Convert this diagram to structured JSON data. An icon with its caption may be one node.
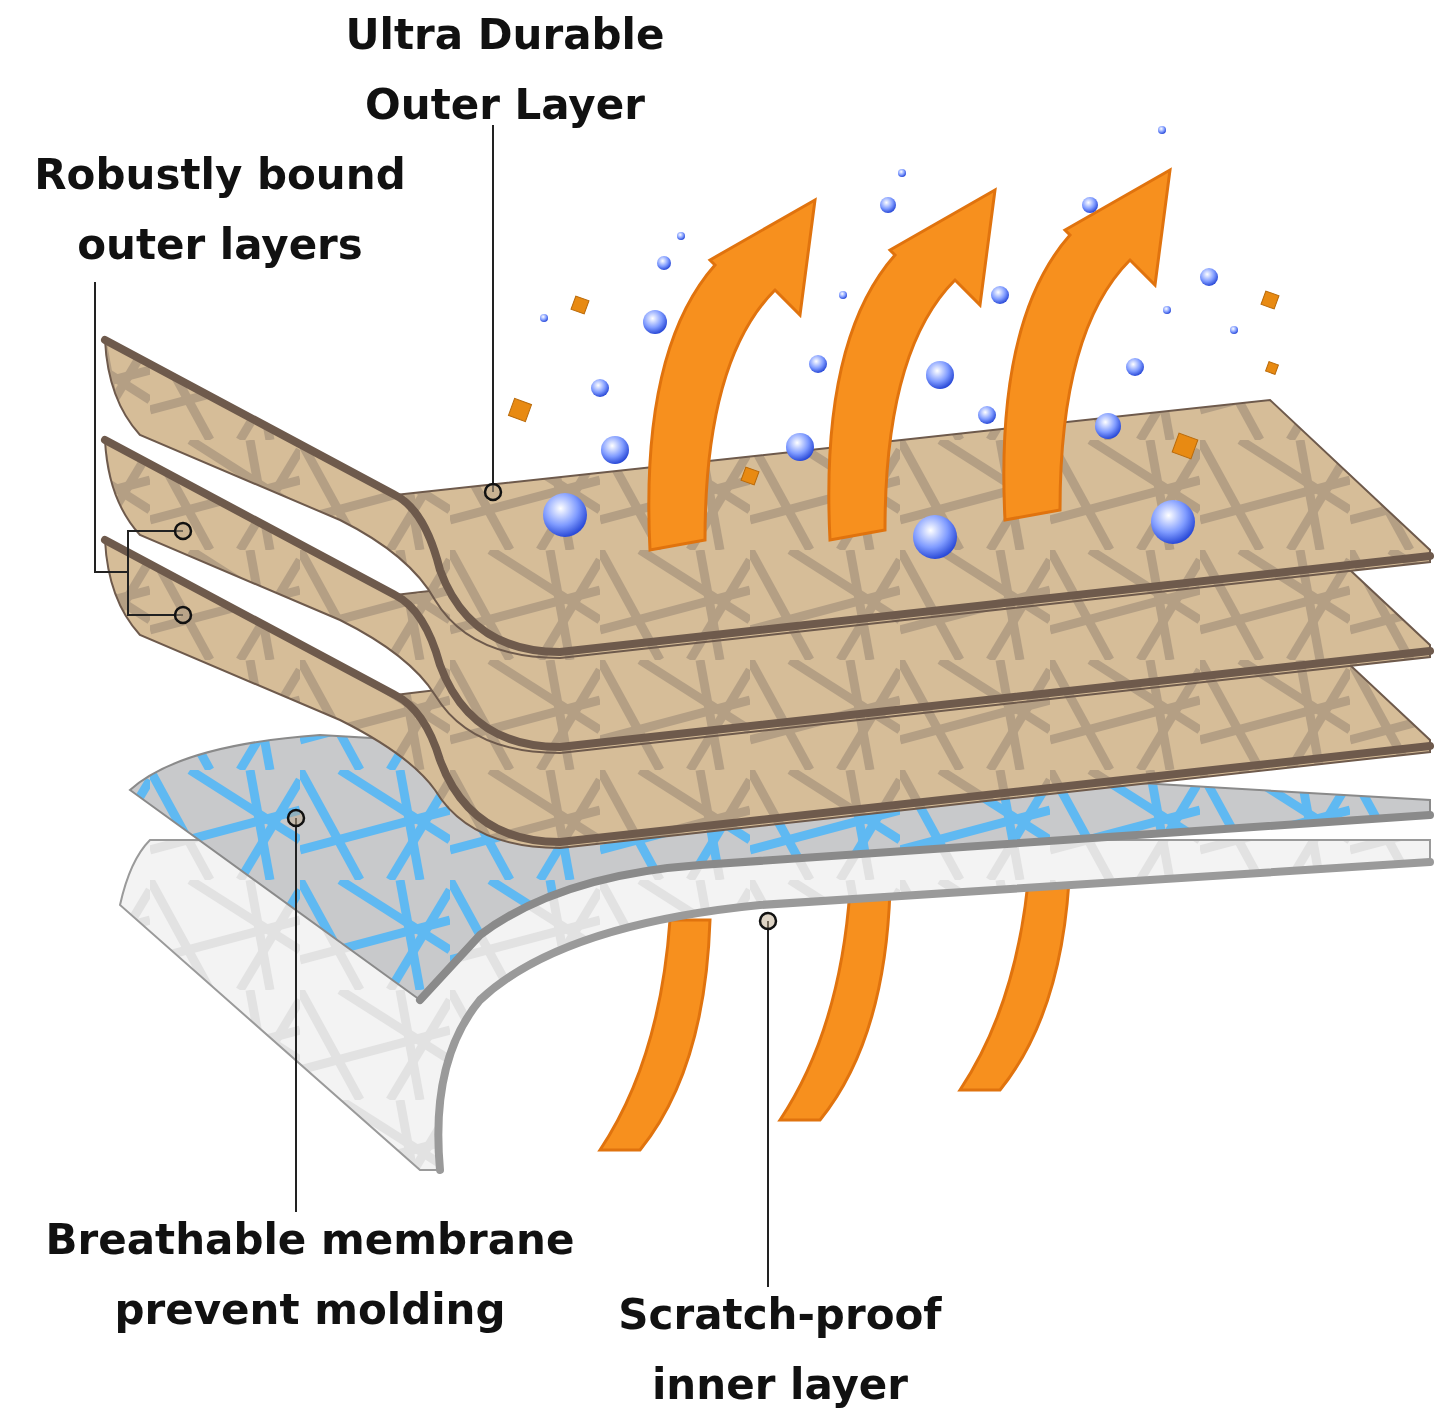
{
  "diagram": {
    "nodes": [
      {
        "text": [
          "Ultra Durable Outer Layer"
        ]
      },
      {
        "text": [
          "Robustly bound outer layers"
        ]
      },
      {
        "text": [],
        "shape": "band"
      },
      {
        "text": [],
        "shape": "band"
      },
      {
        "text": [],
        "shape": "band"
      },
      {
        "text": [],
        "shape": "band"
      },
      {
        "text": [],
        "shape": "band"
      },
      {
        "text": [
          "Breathable membrane prevent molding"
        ]
      },
      {
        "text": [
          "Scratch-proof inner layer"
        ]
      }
    ],
    "edges": [
      {
        "from": 0,
        "to": 2,
        "arrow": "other"
      },
      {
        "from": 1,
        "to": 3,
        "arrow": "other"
      },
      {
        "from": 1,
        "to": 4,
        "arrow": "other"
      },
      {
        "from": 7,
        "to": 5,
        "arrow": "other"
      },
      {
        "from": 8,
        "to": 6,
        "arrow": "other"
      }
    ]
  }
}
